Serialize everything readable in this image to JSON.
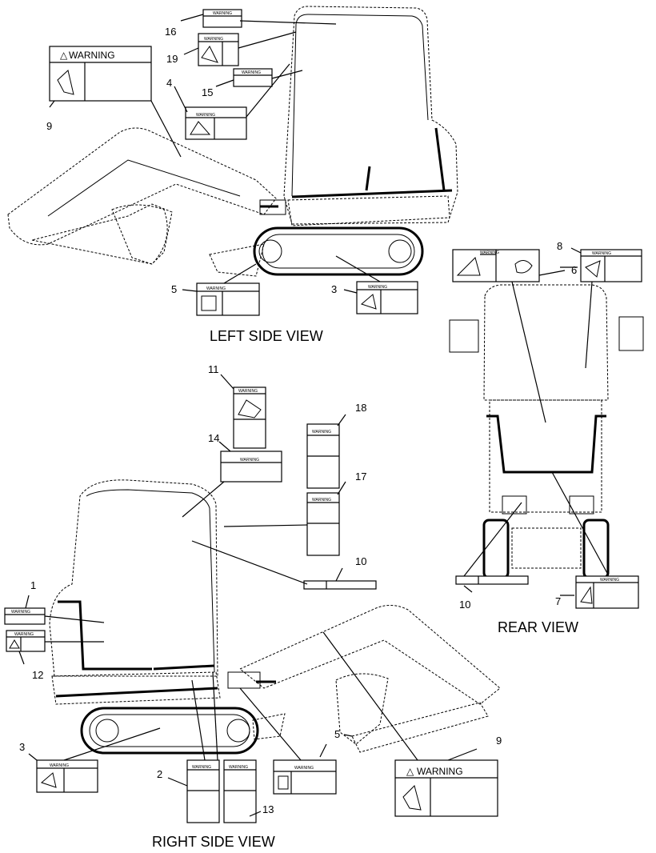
{
  "views": {
    "left": "LEFT SIDE VIEW",
    "rear": "REAR VIEW",
    "right": "RIGHT SIDE VIEW"
  },
  "decal_warning_text": "WARNING",
  "decal_small_text": "WARNING",
  "callouts": {
    "c1": "1",
    "c2": "2",
    "c3a": "3",
    "c3b": "3",
    "c4": "4",
    "c5a": "5",
    "c5b": "5",
    "c6": "6",
    "c7": "7",
    "c8": "8",
    "c9a": "9",
    "c9b": "9",
    "c10a": "10",
    "c10b": "10",
    "c11": "11",
    "c12": "12",
    "c13": "13",
    "c14": "14",
    "c15": "15",
    "c16": "16",
    "c17": "17",
    "c18": "18",
    "c19": "19"
  }
}
